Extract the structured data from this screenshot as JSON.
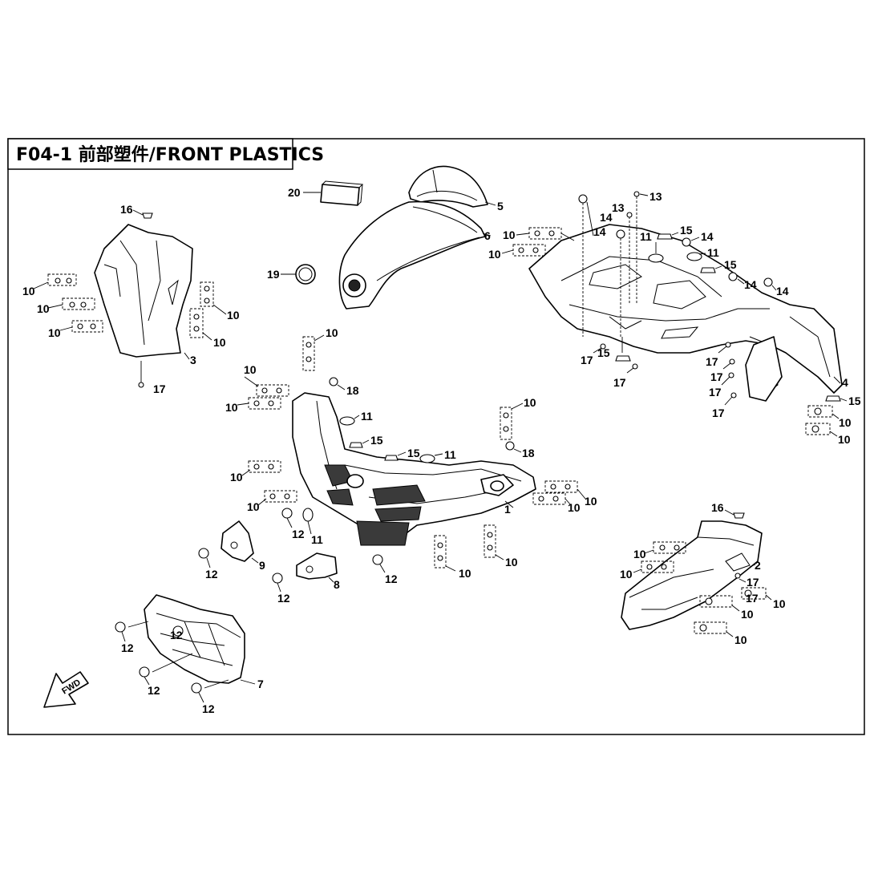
{
  "diagram": {
    "title": "F04-1 前部塑件/FRONT PLASTICS",
    "fwd_label": "FWD"
  },
  "callouts": [
    "1",
    "2",
    "3",
    "4",
    "5",
    "6",
    "7",
    "8",
    "9",
    "10",
    "11",
    "12",
    "13",
    "14",
    "15",
    "16",
    "17",
    "18",
    "19",
    "20"
  ]
}
